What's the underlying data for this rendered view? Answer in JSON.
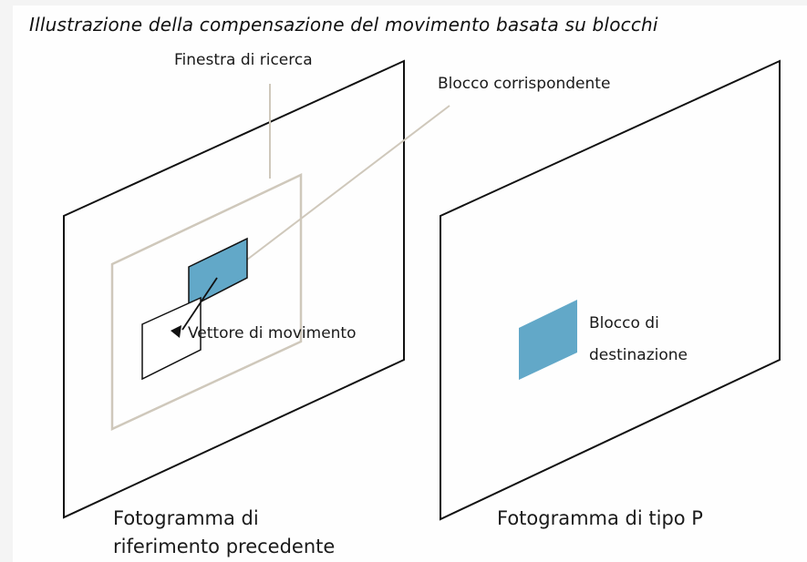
{
  "title": "Illustrazione della compensazione del movimento basata su blocchi",
  "labels": {
    "search_window": "Finestra di ricerca",
    "matching_block": "Blocco corrispondente",
    "motion_vector": "Vettore di movimento",
    "target_block_line1": "Blocco di",
    "target_block_line2": "destinazione",
    "reference_frame_line1": "Fotogramma di",
    "reference_frame_line2": "riferimento precedente",
    "p_frame": "Fotogramma di tipo P"
  },
  "colors": {
    "block_fill": "#62a8c8",
    "frame_stroke": "#111111",
    "search_window_stroke": "#cfc8bb",
    "leader_line": "#cfc8bb"
  }
}
